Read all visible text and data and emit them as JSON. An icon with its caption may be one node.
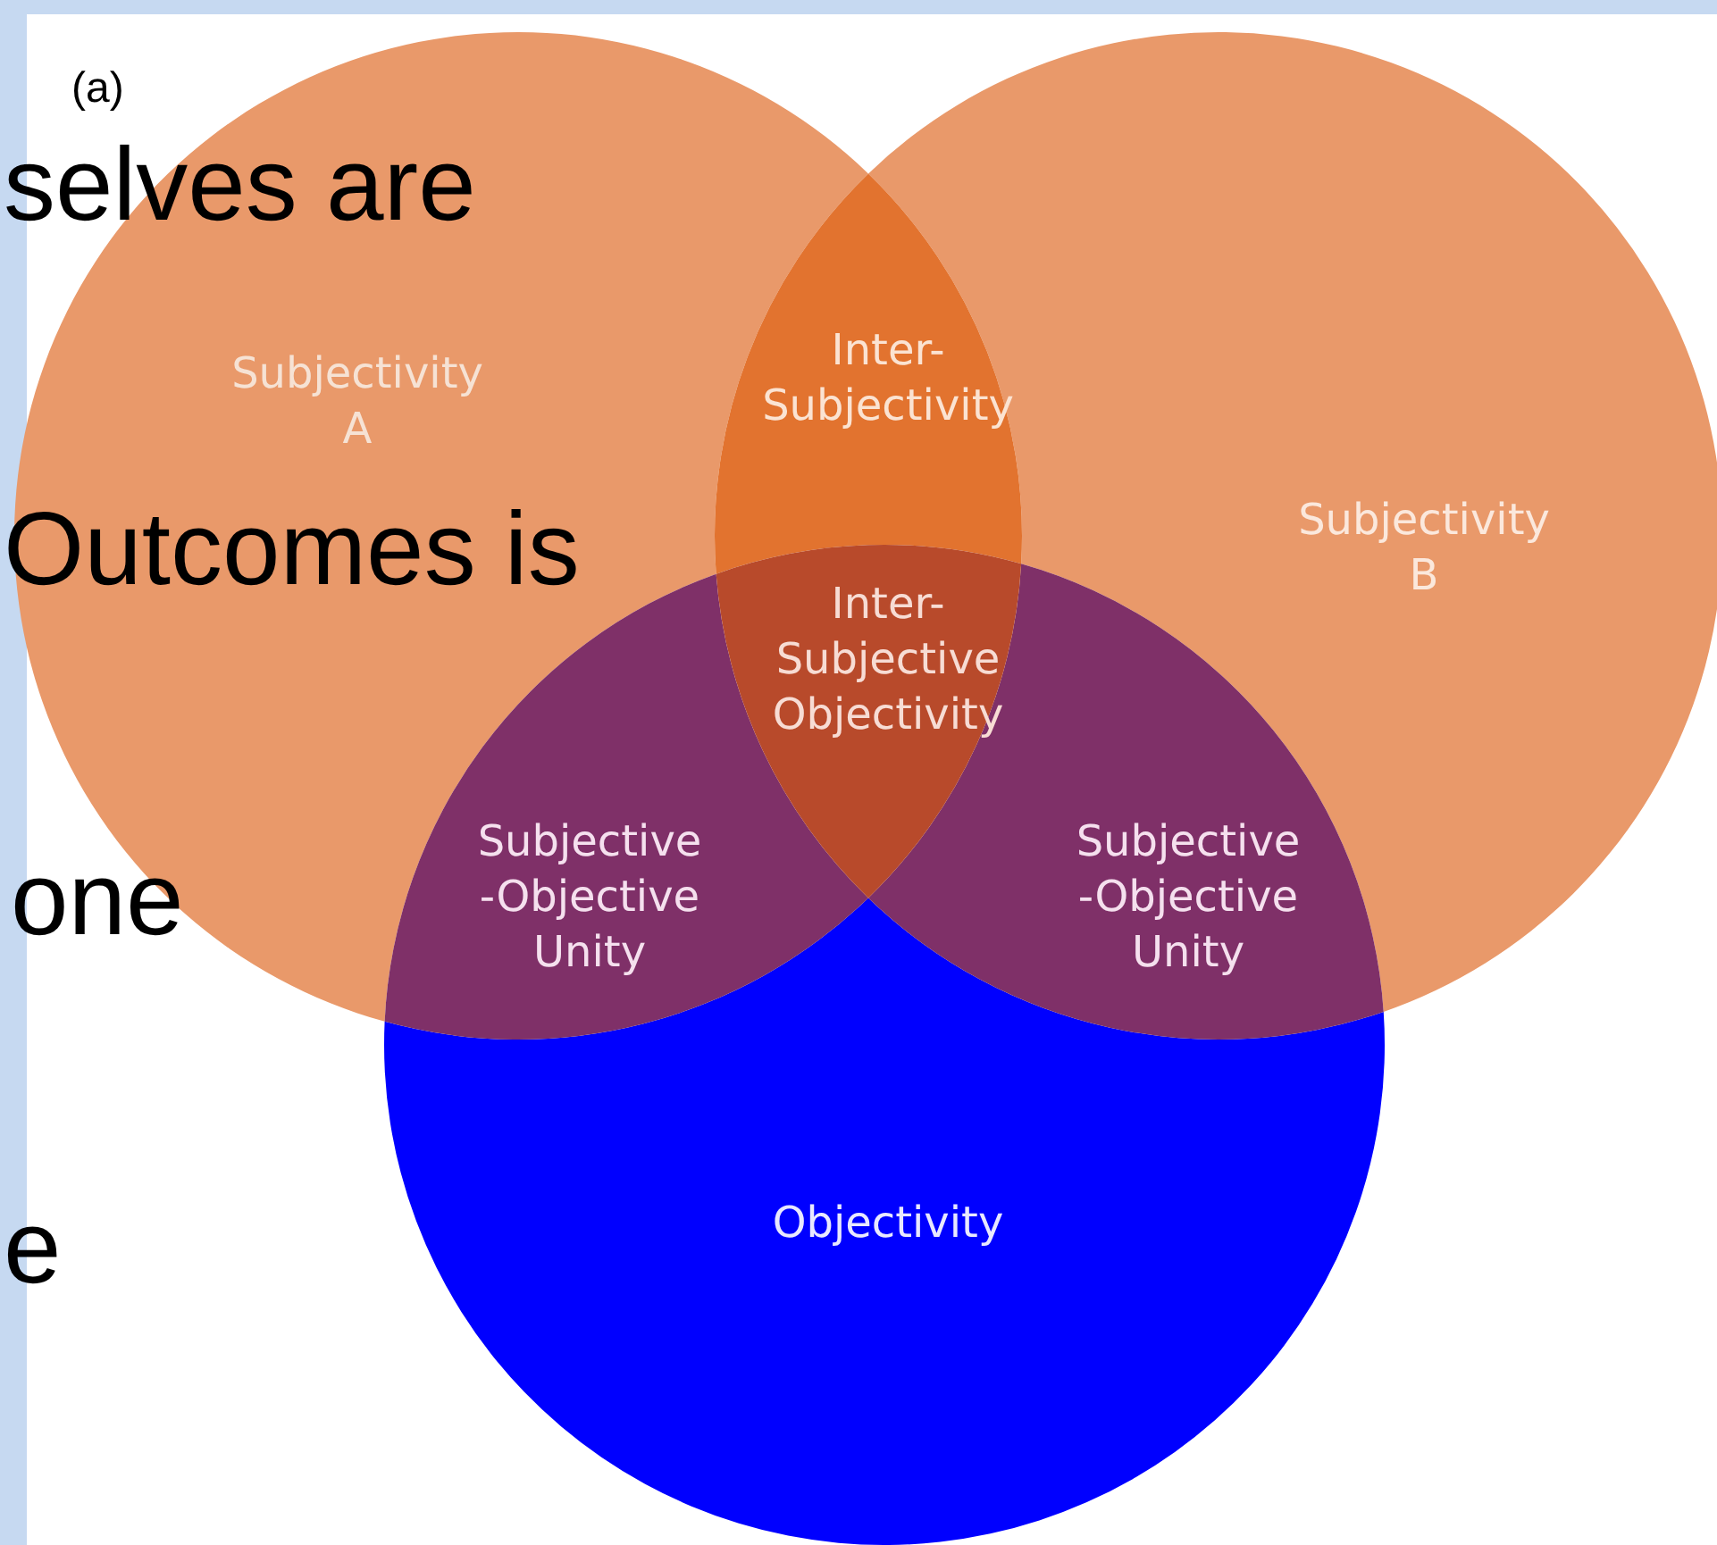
{
  "diagram": {
    "nodes": [
      {
        "text": [
          "Subjectivity A"
        ]
      },
      {
        "text": [
          "Inter- Subjectivity"
        ]
      },
      {
        "text": [
          "Subjectivity B"
        ]
      },
      {
        "text": [
          "Inter- Subjective Objectivity"
        ]
      },
      {
        "text": [
          "Subjective -Objective Unity"
        ]
      },
      {
        "text": [
          "Subjective -Objective Unity"
        ]
      },
      {
        "text": [
          "Objectivity"
        ]
      }
    ],
    "labels": [
      "(a)",
      "selves are",
      "Outcomes is",
      "one",
      "e"
    ]
  }
}
